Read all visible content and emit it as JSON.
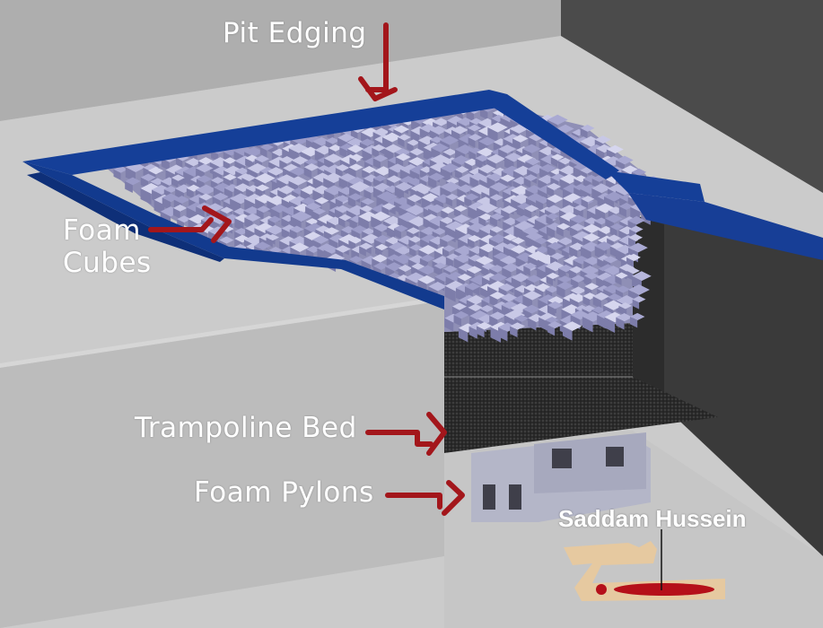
{
  "labels": {
    "pit_edging": "Pit Edging",
    "foam_cubes": "Foam Cubes",
    "trampoline_bed": "Trampoline Bed",
    "foam_pylons": "Foam Pylons",
    "saddam_hussein": "Saddam Hussein"
  },
  "colors": {
    "edging_blue": "#13409a",
    "cube_lavender": "#aaa9d4",
    "arrow_red": "#a3161b",
    "floor_grey": "#c8c8c8",
    "wall_dark": "#4a4a4a",
    "figure_red": "#b5101a",
    "sand": "#e6c9a0"
  }
}
